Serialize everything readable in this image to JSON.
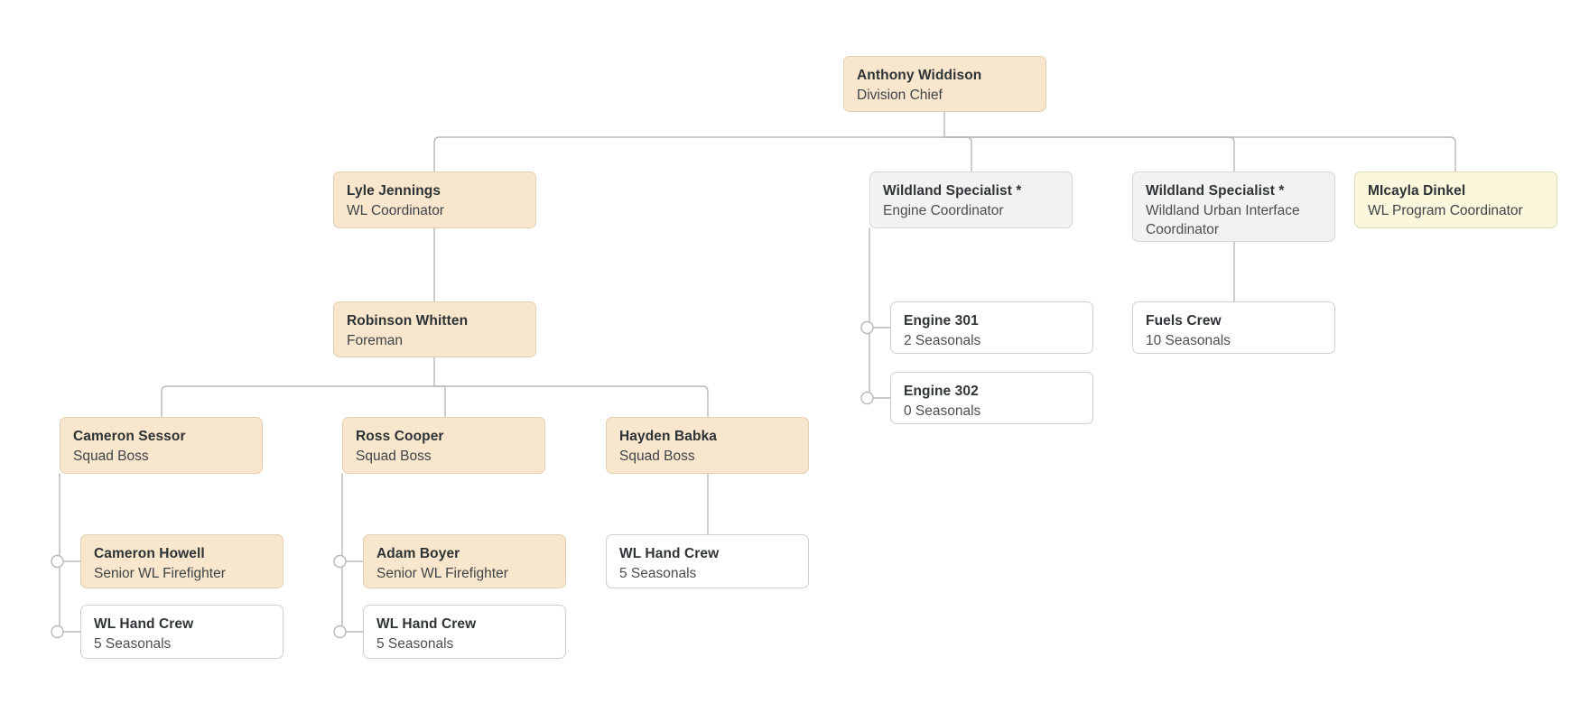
{
  "chart": {
    "kind": "org-chart",
    "root_id": "anthony-widdison",
    "colors": {
      "filled": "#f8e6cd",
      "filled_border": "#e2cfb4",
      "highlight": "#fbf7dd",
      "highlight_border": "#ded9b6",
      "vacant": "#f2f2f2",
      "vacant_border": "#d6d6d6",
      "plain": "#ffffff",
      "plain_border": "#cfcfcf",
      "edge": "#b8b8b8",
      "title_text": "#2f3436",
      "subtitle_text": "#4a4f52",
      "canvas": "#ffffff"
    }
  },
  "nodes": {
    "anthony_widdison": {
      "title": "Anthony Widdison",
      "subtitle": "Division Chief",
      "style": "filled"
    },
    "lyle_jennings": {
      "title": "Lyle Jennings",
      "subtitle": "WL Coordinator",
      "style": "filled"
    },
    "engine_coordinator": {
      "title": "Wildland Specialist *",
      "subtitle": "Engine Coordinator",
      "style": "vacant"
    },
    "wui_coordinator": {
      "title": "Wildland Specialist *",
      "subtitle": "Wildland Urban Interface Coordinator",
      "style": "vacant"
    },
    "micayla_dinkel": {
      "title": "MIcayla Dinkel",
      "subtitle": "WL Program Coordinator",
      "style": "highlight"
    },
    "robinson_whitten": {
      "title": "Robinson Whitten",
      "subtitle": "Foreman",
      "style": "filled"
    },
    "engine_301": {
      "title": "Engine 301",
      "subtitle": "2 Seasonals",
      "style": "plain"
    },
    "engine_302": {
      "title": "Engine 302",
      "subtitle": "0 Seasonals",
      "style": "plain"
    },
    "fuels_crew": {
      "title": "Fuels Crew",
      "subtitle": "10 Seasonals",
      "style": "plain"
    },
    "cameron_sessor": {
      "title": "Cameron Sessor",
      "subtitle": "Squad Boss",
      "style": "filled"
    },
    "ross_cooper": {
      "title": "Ross Cooper",
      "subtitle": "Squad Boss",
      "style": "filled"
    },
    "hayden_babka": {
      "title": "Hayden Babka",
      "subtitle": "Squad Boss",
      "style": "filled"
    },
    "cameron_howell": {
      "title": "Cameron Howell",
      "subtitle": "Senior WL Firefighter",
      "style": "filled"
    },
    "hand_crew_sessor": {
      "title": "WL Hand Crew",
      "subtitle": "5 Seasonals",
      "style": "plain"
    },
    "adam_boyer": {
      "title": "Adam Boyer",
      "subtitle": "Senior WL Firefighter",
      "style": "filled"
    },
    "hand_crew_cooper": {
      "title": "WL Hand Crew",
      "subtitle": "5 Seasonals",
      "style": "plain"
    },
    "hand_crew_babka": {
      "title": "WL Hand Crew",
      "subtitle": "5 Seasonals",
      "style": "plain"
    }
  },
  "relationships": [
    {
      "parent": "anthony_widdison",
      "child": "lyle_jennings"
    },
    {
      "parent": "anthony_widdison",
      "child": "engine_coordinator"
    },
    {
      "parent": "anthony_widdison",
      "child": "wui_coordinator"
    },
    {
      "parent": "anthony_widdison",
      "child": "micayla_dinkel"
    },
    {
      "parent": "lyle_jennings",
      "child": "robinson_whitten"
    },
    {
      "parent": "engine_coordinator",
      "child": "engine_301"
    },
    {
      "parent": "engine_coordinator",
      "child": "engine_302"
    },
    {
      "parent": "wui_coordinator",
      "child": "fuels_crew"
    },
    {
      "parent": "robinson_whitten",
      "child": "cameron_sessor"
    },
    {
      "parent": "robinson_whitten",
      "child": "ross_cooper"
    },
    {
      "parent": "robinson_whitten",
      "child": "hayden_babka"
    },
    {
      "parent": "cameron_sessor",
      "child": "cameron_howell"
    },
    {
      "parent": "cameron_sessor",
      "child": "hand_crew_sessor"
    },
    {
      "parent": "ross_cooper",
      "child": "adam_boyer"
    },
    {
      "parent": "ross_cooper",
      "child": "hand_crew_cooper"
    },
    {
      "parent": "hayden_babka",
      "child": "hand_crew_babka"
    }
  ]
}
